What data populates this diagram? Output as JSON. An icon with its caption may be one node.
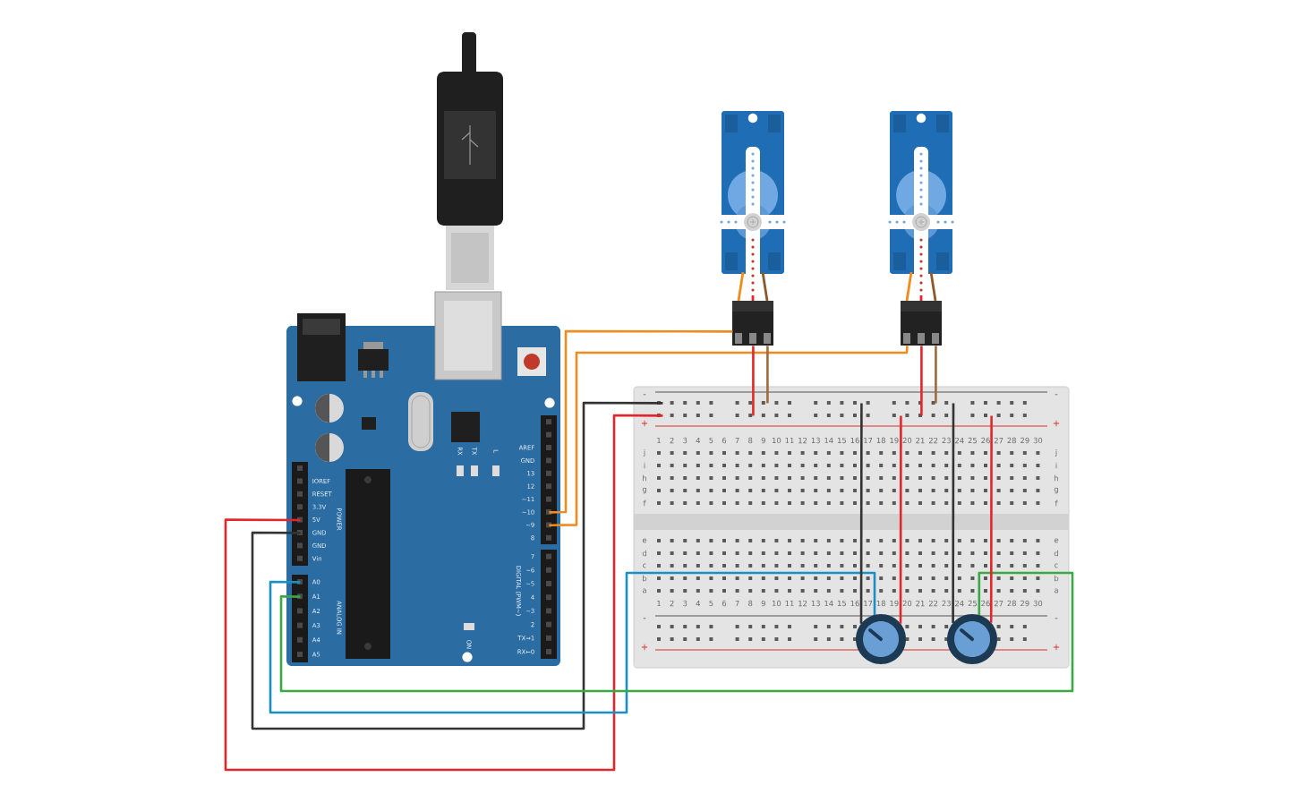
{
  "diagram": {
    "nodes": [
      {
        "text": [],
        "shape": "picture"
      },
      {
        "text": [],
        "shape": "picture"
      },
      {
        "text": [],
        "shape": "picture"
      },
      {
        "text": [],
        "shape": "picture"
      },
      {
        "text": [],
        "shape": "picture",
        "in": 3
      },
      {
        "text": [],
        "shape": "picture",
        "in": 3
      }
    ],
    "edges": [
      {
        "from": 2,
        "to": 0,
        "arrow": "none",
        "color": "#f08c1e"
      },
      {
        "from": 2,
        "to": 1,
        "arrow": "none",
        "color": "#f08c1e"
      },
      {
        "from": 0,
        "to": 3,
        "arrow": "none",
        "color": "#e3262b"
      },
      {
        "from": 0,
        "to": 3,
        "arrow": "none",
        "color": "#9c6b3a"
      },
      {
        "from": 1,
        "to": 3,
        "arrow": "none",
        "color": "#e3262b"
      },
      {
        "from": 1,
        "to": 3,
        "arrow": "none",
        "color": "#9c6b3a"
      },
      {
        "from": 2,
        "to": 3,
        "arrow": "none",
        "color": "#e3262b"
      },
      {
        "from": 2,
        "to": 3,
        "arrow": "none",
        "color": "#333333"
      },
      {
        "from": 2,
        "to": 4,
        "arrow": "none",
        "color": "#1b8fc4"
      },
      {
        "from": 2,
        "to": 5,
        "arrow": "none",
        "color": "#3aa845"
      },
      {
        "from": 3,
        "to": 4,
        "arrow": "none",
        "color": "#333333"
      },
      {
        "from": 3,
        "to": 4,
        "arrow": "none",
        "color": "#e3262b"
      },
      {
        "from": 3,
        "to": 5,
        "arrow": "none",
        "color": "#333333"
      },
      {
        "from": 3,
        "to": 5,
        "arrow": "none",
        "color": "#e3262b"
      }
    ],
    "labels": [
      "RX",
      "TX",
      "L",
      "AREF",
      "GND",
      "13",
      "12",
      "~11",
      "~10",
      "~9",
      "8",
      "7",
      "~6",
      "~5",
      "4",
      "~3",
      "2",
      "TX→1",
      "RX←0",
      "DIGITAL (PWM~)",
      "IOREF",
      "RESET",
      "3.3V",
      "5V",
      "GND",
      "GND",
      "Vin",
      "POWER",
      "A0",
      "A1",
      "A2",
      "A3",
      "A4",
      "A5",
      "ANALOG IN",
      "ON",
      "-",
      "-",
      "+",
      "+",
      "1",
      "2",
      "3",
      "4",
      "5",
      "6",
      "7",
      "8",
      "9",
      "10",
      "11",
      "12",
      "13",
      "14",
      "15",
      "16",
      "17",
      "18",
      "19",
      "20",
      "21",
      "22",
      "23",
      "24",
      "25",
      "26",
      "27",
      "28",
      "29",
      "30",
      "j",
      "j",
      "i",
      "i",
      "h",
      "h",
      "g",
      "g",
      "f",
      "f",
      "e",
      "e",
      "d",
      "d",
      "c",
      "c",
      "b",
      "b",
      "a",
      "a",
      "1",
      "2",
      "3",
      "4",
      "5",
      "6",
      "7",
      "8",
      "9",
      "10",
      "11",
      "12",
      "13",
      "14",
      "15",
      "16",
      "17",
      "18",
      "19",
      "20",
      "21",
      "22",
      "23",
      "24",
      "25",
      "26",
      "27",
      "28",
      "29",
      "30",
      "-",
      "-",
      "+",
      "+"
    ]
  }
}
